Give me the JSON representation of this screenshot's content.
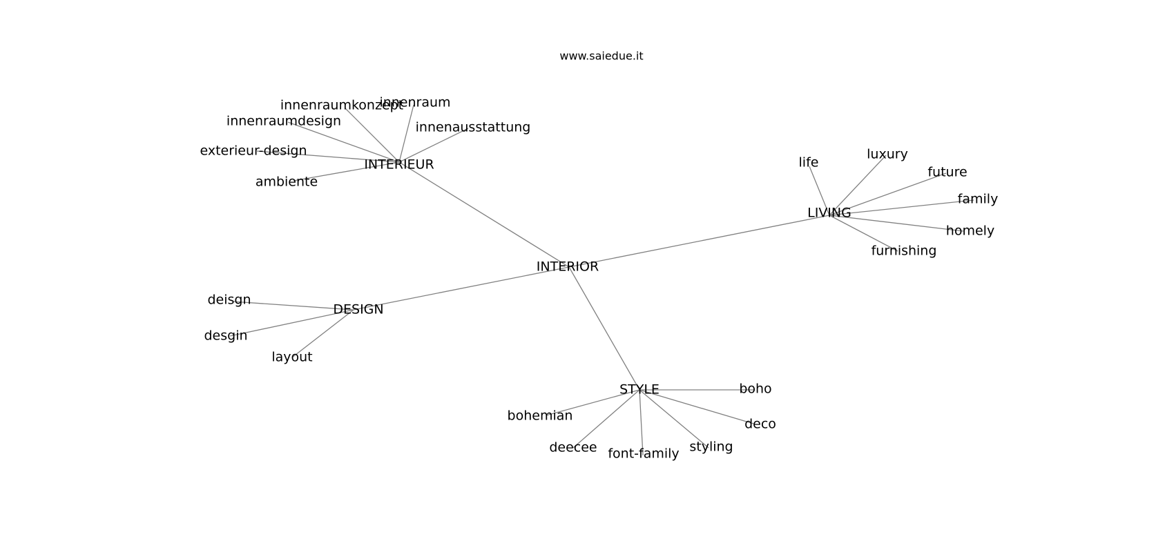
{
  "title": "www.saiedue.it",
  "colors": {
    "edge": "#808080",
    "text": "#000000",
    "background": "#ffffff"
  },
  "graph": {
    "root": "INTERIOR",
    "groups": [
      {
        "name": "INTERIEUR",
        "children": [
          "innenraumkonzept",
          "innenraum",
          "innenausstattung",
          "innenraumdesign",
          "exterieur-design",
          "ambiente"
        ]
      },
      {
        "name": "LIVING",
        "children": [
          "life",
          "luxury",
          "future",
          "family",
          "homely",
          "furnishing"
        ]
      },
      {
        "name": "DESIGN",
        "children": [
          "deisgn",
          "desgin",
          "layout"
        ]
      },
      {
        "name": "STYLE",
        "children": [
          "boho",
          "bohemian",
          "deco",
          "deecee",
          "font-family",
          "styling"
        ]
      }
    ]
  }
}
